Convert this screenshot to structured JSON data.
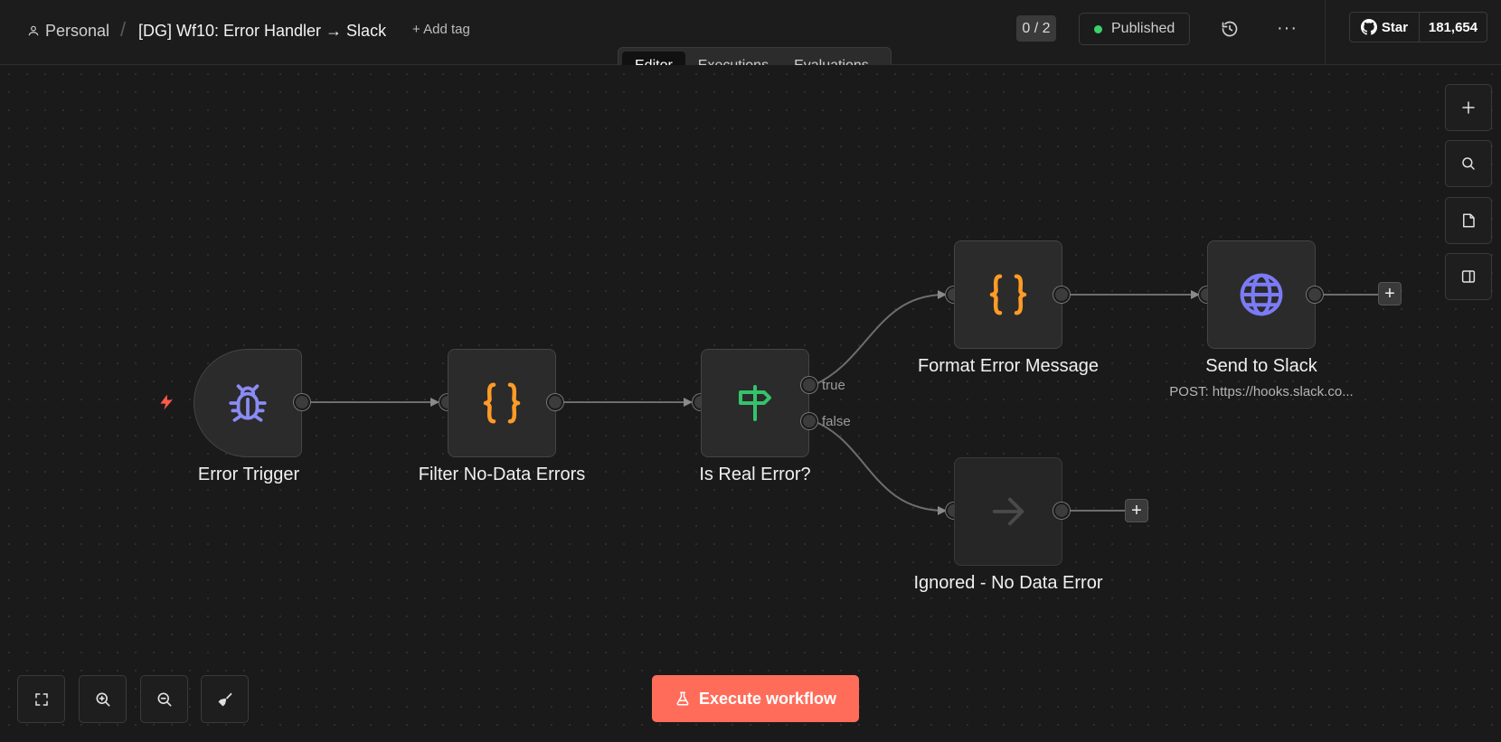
{
  "header": {
    "project": "Personal",
    "separator": "/",
    "workflow_title": "[DG] Wf10: Error Handler → Slack",
    "add_tag": "+ Add tag",
    "counter": "0 / 2",
    "status": "Published",
    "status_color": "#3ad26b",
    "more": "···",
    "github_star": "Star",
    "github_count": "181,654"
  },
  "tabs": [
    {
      "label": "Editor",
      "active": true
    },
    {
      "label": "Executions",
      "active": false
    },
    {
      "label": "Evaluations",
      "active": false
    }
  ],
  "nodes": {
    "error_trigger": {
      "label": "Error Trigger",
      "icon": "bug-icon"
    },
    "filter": {
      "label": "Filter No-Data Errors",
      "icon": "braces-icon"
    },
    "if": {
      "label": "Is Real Error?",
      "icon": "signpost-icon",
      "true_label": "true",
      "false_label": "false"
    },
    "format": {
      "label": "Format Error Message",
      "icon": "braces-icon"
    },
    "slack": {
      "label": "Send to Slack",
      "subtitle": "POST: https://hooks.slack.co...",
      "icon": "globe-icon"
    },
    "ignored": {
      "label": "Ignored - No Data Error",
      "icon": "arrow-right-icon"
    }
  },
  "execute_button": "Execute workflow",
  "colors": {
    "accent": "#ff6d5a",
    "code_icon": "#ff9b26",
    "http_icon": "#7b7bf5",
    "if_icon": "#35c26b",
    "trigger_bolt": "#ff5a4a"
  }
}
